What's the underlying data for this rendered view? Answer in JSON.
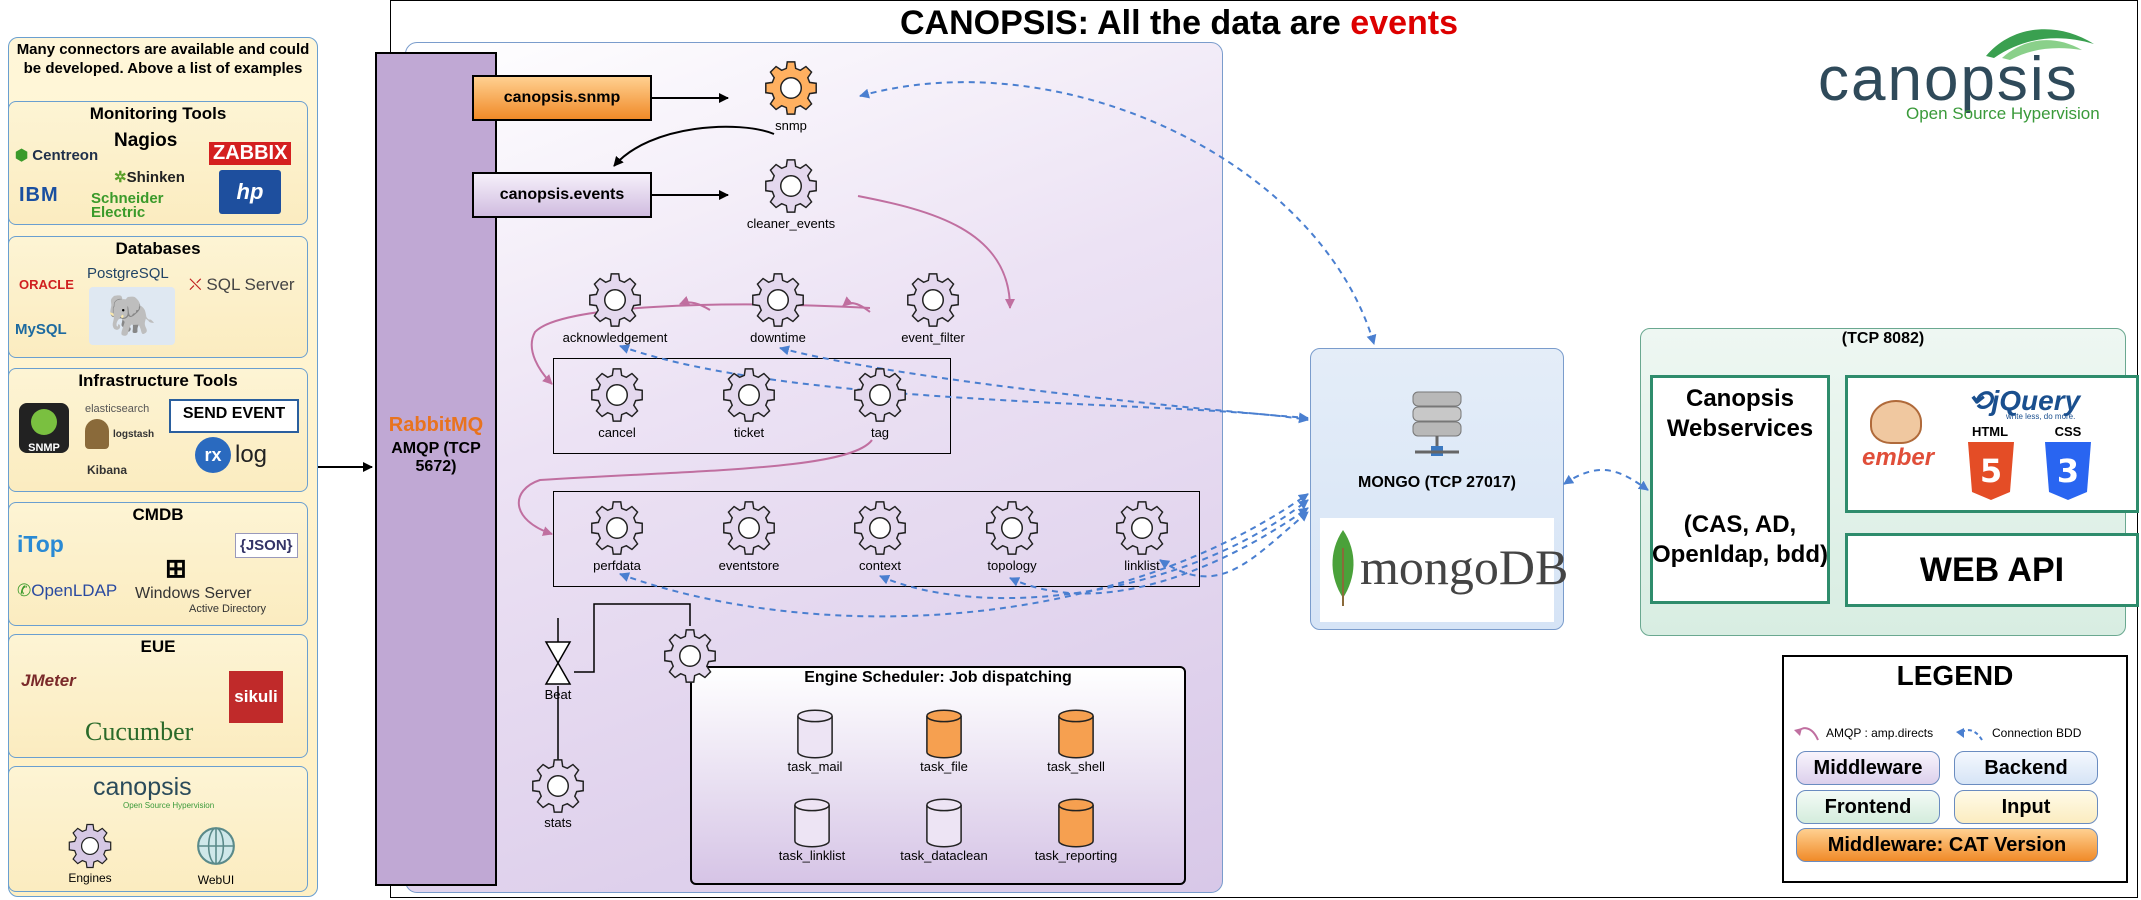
{
  "title": {
    "part1": "CANOPSIS: All the data are ",
    "part2": "events"
  },
  "brand": {
    "logo": "canopsis",
    "tagline": "Open Source Hypervision"
  },
  "left": {
    "intro": "Many connectors are available and could be developed. Above a list of examples",
    "groups": [
      {
        "title": "Monitoring Tools",
        "items": [
          "Centreon",
          "Nagios",
          "ZABBIX",
          "IBM",
          "Shinken",
          "Schneider Electric",
          "hp"
        ]
      },
      {
        "title": "Databases",
        "items": [
          "ORACLE",
          "PostgreSQL",
          "SQL Server",
          "MySQL"
        ]
      },
      {
        "title": "Infrastructure Tools",
        "items": [
          "SNMP",
          "elasticsearch",
          "logstash",
          "Kibana",
          "SEND EVENT",
          "log"
        ]
      },
      {
        "title": "CMDB",
        "items": [
          "iTop",
          "{JSON}",
          "OpenLDAP",
          "Windows Server",
          "Active Directory"
        ]
      },
      {
        "title": "EUE",
        "items": [
          "JMeter",
          "sikuli",
          "Cucumber"
        ]
      }
    ],
    "bottom": {
      "logo": "canopsis",
      "tagline": "Open Source Hypervision",
      "engines": "Engines",
      "webui": "WebUI"
    }
  },
  "amqp": {
    "rabbit": "RabbitMQ",
    "label": "AMQP (TCP 5672)"
  },
  "queues": {
    "snmp": "canopsis.snmp",
    "events": "canopsis.events"
  },
  "engines": {
    "snmp": "snmp",
    "cleaner": "cleaner_events",
    "row1": [
      "acknowledgement",
      "downtime",
      "event_filter"
    ],
    "row2": [
      "cancel",
      "ticket",
      "tag"
    ],
    "row3": [
      "perfdata",
      "eventstore",
      "context",
      "topology",
      "linklist"
    ],
    "beat": "Beat",
    "stats": "stats"
  },
  "scheduler": {
    "title": "Engine Scheduler: Job dispatching",
    "tasks": [
      "task_mail",
      "task_file",
      "task_shell",
      "task_linklist",
      "task_dataclean",
      "task_reporting"
    ],
    "task_colors": [
      "purple",
      "orange",
      "orange",
      "purple",
      "purple",
      "orange"
    ]
  },
  "mongo": {
    "label": "MONGO (TCP 27017)",
    "logo": "mongoDB"
  },
  "frontend": {
    "port": "(TCP 8082)",
    "ws_title": "Canopsis Webservices",
    "ws_sub": "(CAS, AD, Openldap, bdd)",
    "libs": [
      "ember",
      "jQuery",
      "write less, do more.",
      "HTML",
      "CSS"
    ],
    "webapi": "WEB API"
  },
  "legend": {
    "title": "LEGEND",
    "amqp": "AMQP : amp.directs",
    "bdd": "Connection BDD",
    "middleware": "Middleware",
    "backend": "Backend",
    "frontend": "Frontend",
    "input": "Input",
    "cat": "Middleware: CAT Version"
  },
  "colors": {
    "amqp_arrow": "#c06fa0",
    "bdd_arrow": "#4a7fd0",
    "title_highlight": "#dd0000"
  }
}
